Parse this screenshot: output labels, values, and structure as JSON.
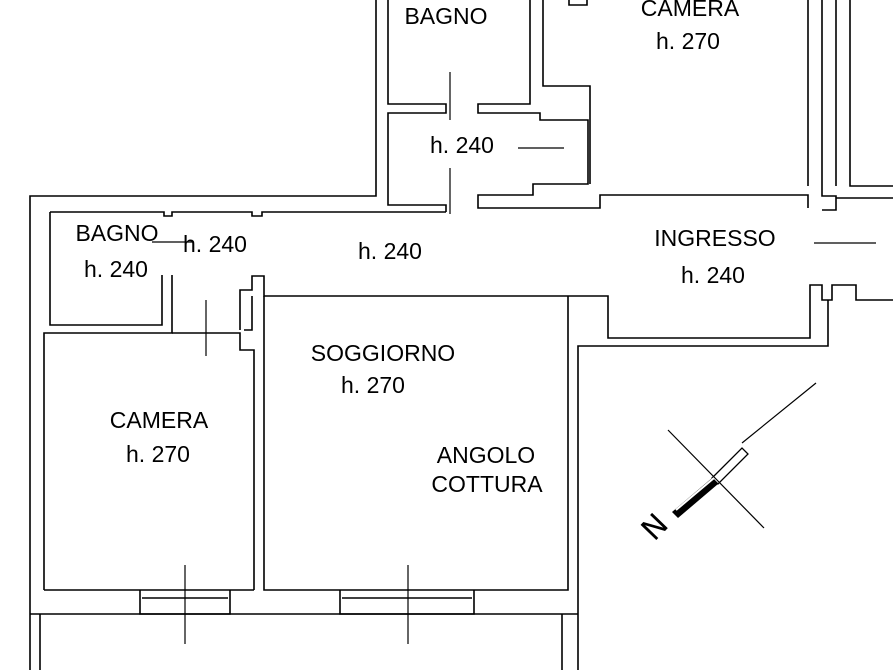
{
  "rooms": {
    "bagno_top": {
      "name": "BAGNO"
    },
    "camera_top": {
      "name": "CAMERA",
      "height": "h. 270"
    },
    "disimpegno": {
      "height": "h. 240"
    },
    "bagno_left": {
      "name": "BAGNO",
      "height": "h. 240"
    },
    "corridoio_small": {
      "height": "h. 240"
    },
    "corridoio": {
      "height": "h. 240"
    },
    "ingresso": {
      "name": "INGRESSO",
      "height": "h. 240"
    },
    "soggiorno": {
      "name": "SOGGIORNO",
      "height": "h. 270"
    },
    "camera_left": {
      "name": "CAMERA",
      "height": "h. 270"
    },
    "angolo_cottura": {
      "line1": "ANGOLO",
      "line2": "COTTURA"
    }
  },
  "compass": {
    "label": "N"
  }
}
